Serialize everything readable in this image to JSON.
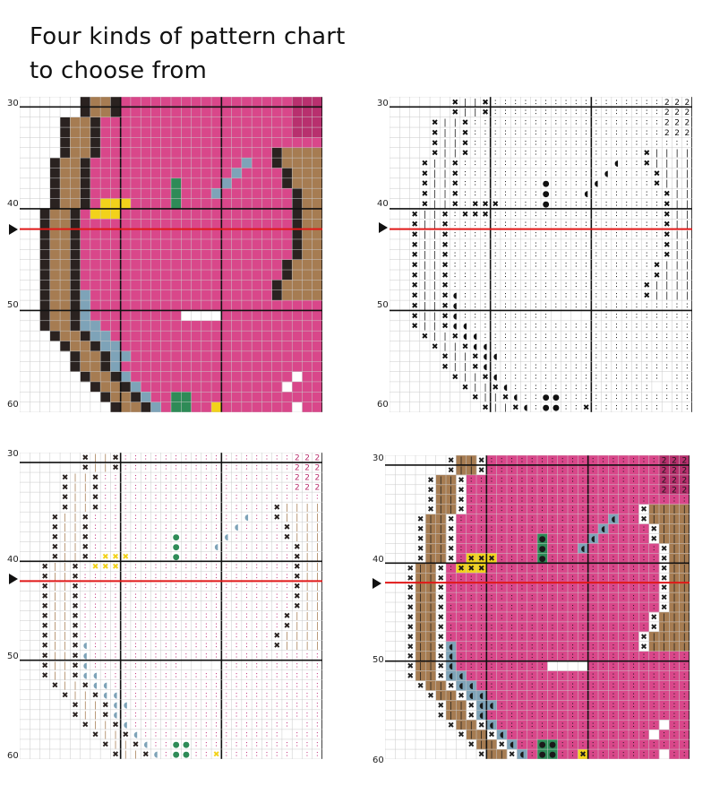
{
  "heading": {
    "line1": "Four kinds of pattern chart",
    "line2": "to choose from"
  },
  "charts": [
    {
      "name": "full-color-chart",
      "style": "color",
      "row_labels": [
        "30",
        "40",
        "50",
        "60"
      ]
    },
    {
      "name": "black-white-symbol-chart",
      "style": "symbols",
      "row_labels": [
        "30",
        "40",
        "50",
        "60"
      ]
    },
    {
      "name": "color-symbol-chart",
      "style": "colored-symbols",
      "row_labels": [
        "30",
        "40",
        "50",
        "60"
      ]
    },
    {
      "name": "color-block-with-symbols-chart",
      "style": "blocks-symbols",
      "row_labels": [
        "30",
        "40",
        "50",
        "60"
      ]
    }
  ],
  "colors": {
    "pink": "#d9478a",
    "dark_pink": "#b8306e",
    "tan": "#a67c52",
    "dark": "#2a2220",
    "gray_blue": "#7ea3b8",
    "green": "#2e8b57",
    "yellow": "#f2d21b",
    "center_line": "#e01818",
    "grid": "#c9c9c9"
  }
}
